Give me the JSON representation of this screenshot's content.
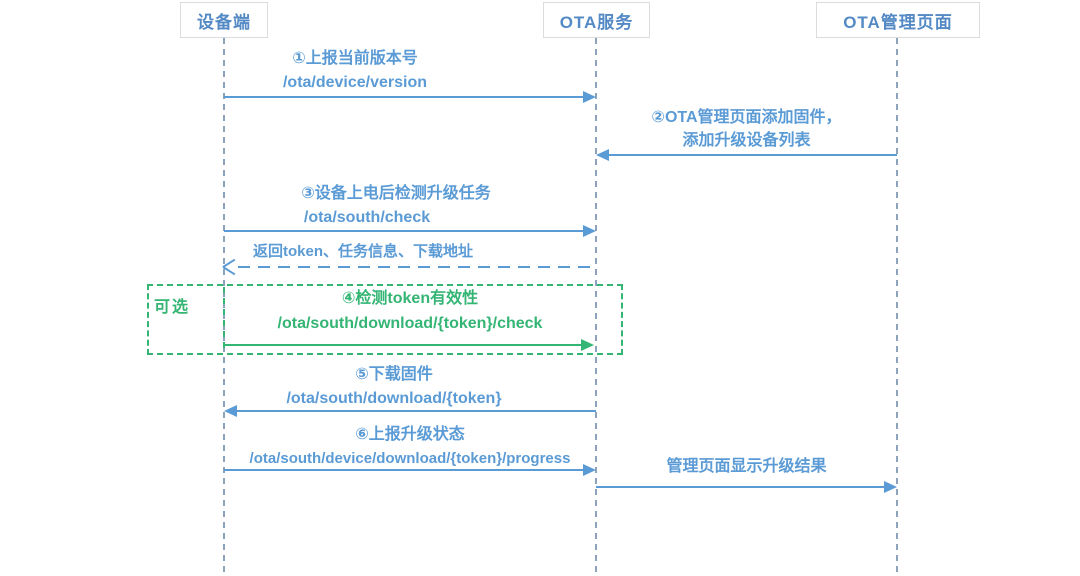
{
  "diagram_title": "OTA firmware upgrade sequence diagram",
  "participants": {
    "device": "设备端",
    "service": "OTA服务",
    "admin": "OTA管理页面"
  },
  "optional": {
    "label": "可选"
  },
  "messages": {
    "m1": {
      "title": "①上报当前版本号",
      "path": "/ota/device/version"
    },
    "m2": {
      "line1": "②OTA管理页面添加固件，",
      "line2": "添加升级设备列表"
    },
    "m3": {
      "title": "③设备上电后检测升级任务",
      "path": "/ota/south/check"
    },
    "m3r": {
      "title": "返回token、任务信息、下载地址"
    },
    "m4": {
      "title": "④检测token有效性",
      "path": "/ota/south/download/{token}/check"
    },
    "m5": {
      "title": "⑤下载固件",
      "path": "/ota/south/download/{token}"
    },
    "m6": {
      "title": "⑥上报升级状态",
      "path": "/ota/south/device/download/{token}/progress"
    },
    "m7": {
      "title": "管理页面显示升级结果"
    }
  },
  "colors": {
    "blue": "#5B9BD5",
    "blue-dark": "#5389C4",
    "green": "#35B574",
    "lifeline": "#8CA3BB"
  }
}
